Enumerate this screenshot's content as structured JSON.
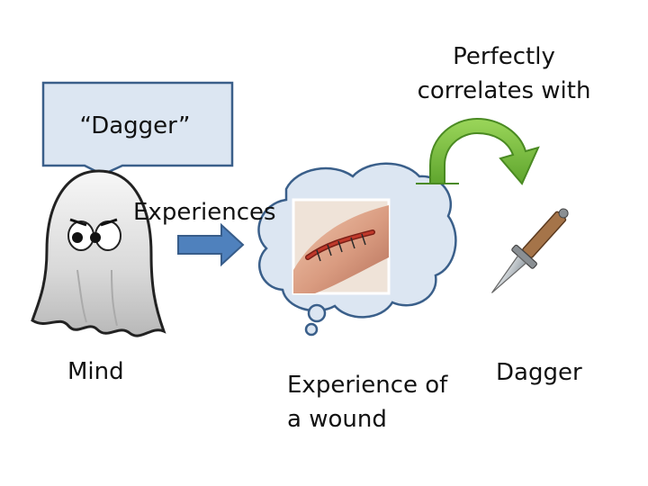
{
  "speech_bubble": {
    "text": "“Dagger”"
  },
  "labels": {
    "correlates": [
      "Perfectly",
      "correlates with"
    ],
    "experiences": "Experiences",
    "mind": "Mind",
    "experience_of": [
      "Experience of",
      "a wound"
    ],
    "dagger": "Dagger"
  },
  "colors": {
    "bubble_fill": "#dce6f2",
    "bubble_stroke": "#3a5f8a",
    "blue_arrow": "#4f81bd",
    "green_arrow": "#7dc242",
    "thought_fill": "#dce6f2"
  },
  "icons": [
    "ghost-icon",
    "wound-photo",
    "dagger-icon"
  ]
}
